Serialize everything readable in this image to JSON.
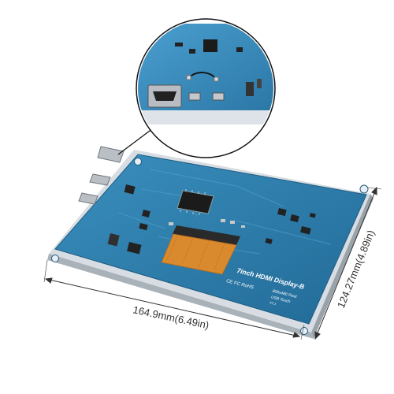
{
  "product": {
    "board_title": "7inch HDMI Display-B",
    "resolution_text": "800x480 Pixel",
    "touch_text": "USB Touch",
    "version_text": "V1.1",
    "cert_marks": "CE FC RoHS"
  },
  "dimensions": {
    "width_label": "164.9mm(6.49in)",
    "height_label": "124.27mm(4.89in)"
  },
  "colors": {
    "pcb_blue": "#2f7fae",
    "pcb_dark": "#1f5f86",
    "fpc_orange": "#d98a2e",
    "chip_black": "#1b1b1b",
    "glass_edge": "#cfd6dc"
  }
}
